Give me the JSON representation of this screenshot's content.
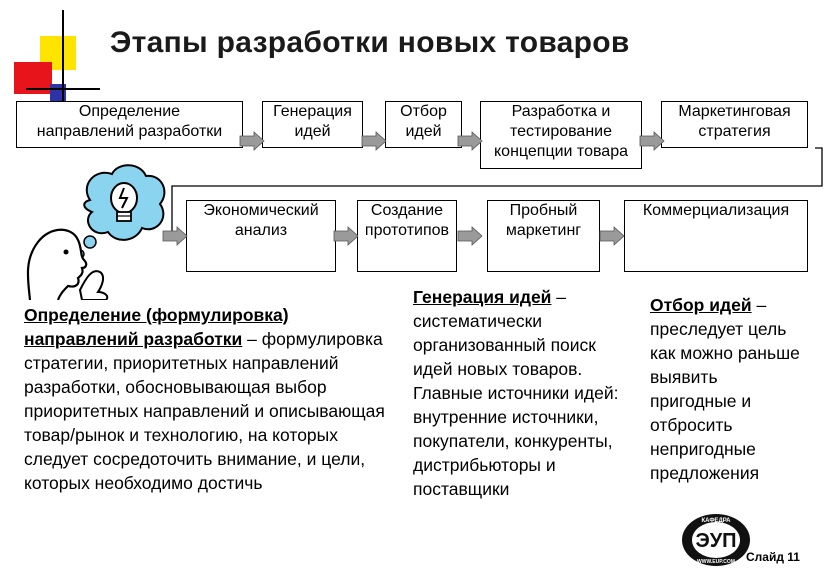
{
  "title": "Этапы разработки новых товаров",
  "stages_row1": [
    {
      "label": "Определение\nнаправлений разработки"
    },
    {
      "label": "Генерация\nидей"
    },
    {
      "label": "Отбор\nидей"
    },
    {
      "label": "Разработка и\nтестирование\nконцепции товара"
    },
    {
      "label": "Маркетинговая\nстратегия"
    }
  ],
  "stages_row2": [
    {
      "label": "Экономический\nанализ"
    },
    {
      "label": "Создание\nпрототипов"
    },
    {
      "label": "Пробный\nмаркетинг"
    },
    {
      "label": "Коммерциализация"
    }
  ],
  "definitions": {
    "left": {
      "heading": "Определение (формулировка) направлений разработки",
      "body": " – формулировка стратегии, приоритетных направлений разработки, обосновывающая выбор приоритетных направлений и описывающая товар/рынок и технологию, на которых следует сосредоточить внимание, и цели, которых необходимо достичь"
    },
    "middle": {
      "heading": "Генерация идей",
      "body": " – систематически организованный поиск идей новых товаров. Главные источники идей: внутренние источники, покупатели, конкуренты, дистрибьюторы и поставщики"
    },
    "right": {
      "heading": "Отбор идей",
      "body": " – преследует цель как можно раньше выявить пригодные и отбросить непригодные предложения"
    }
  },
  "logo": {
    "top_text": "КАФЕДРА",
    "main_text": "ЭУП",
    "bottom_text": "WWW.EUP.COM"
  },
  "slide_label": "Слайд 11",
  "colors": {
    "arrow": "#8c8c8c",
    "deco_red": "#e8141b",
    "deco_yellow": "#ffe400",
    "deco_blue": "#2b33a6",
    "lightbulb_blue": "#8ad4f0"
  },
  "icons": [
    "lightbulb-icon",
    "thinking-person-icon",
    "arrow-right-icon"
  ]
}
